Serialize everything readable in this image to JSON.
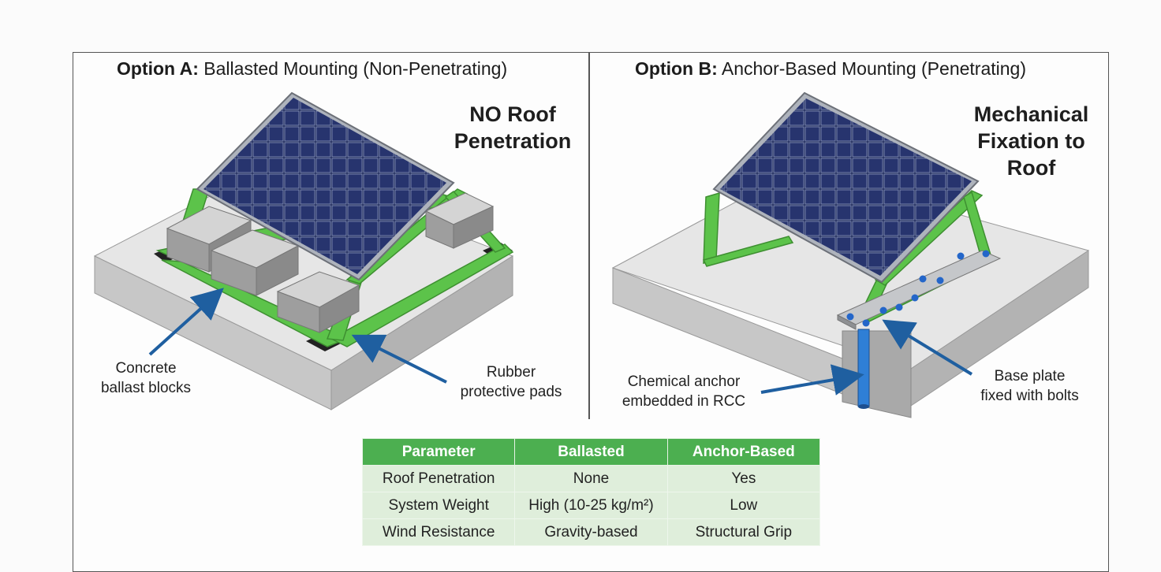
{
  "panel_a": {
    "title_bold": "Option A:",
    "title_rest": "Ballasted Mounting (Non-Penetrating)",
    "headline_line1": "NO Roof",
    "headline_line2": "Penetration",
    "callout_ballast_line1": "Concrete",
    "callout_ballast_line2": "ballast blocks",
    "callout_pads_line1": "Rubber",
    "callout_pads_line2": "protective pads"
  },
  "panel_b": {
    "title_bold": "Option B:",
    "title_rest": "Anchor-Based Mounting (Penetrating)",
    "headline_line1": "Mechanical",
    "headline_line2": "Fixation to",
    "headline_line3": "Roof",
    "callout_anchor_line1": "Chemical anchor",
    "callout_anchor_line2": "embedded in RCC",
    "callout_plate_line1": "Base plate",
    "callout_plate_line2": "fixed with bolts"
  },
  "colors": {
    "frame_green": "#5cc34a",
    "panel_blue": "#1f2a5c",
    "arrow_blue": "#1f5fa0",
    "table_header": "#4caf50",
    "table_cell": "#dfeedb"
  },
  "table": {
    "headers": [
      "Parameter",
      "Ballasted",
      "Anchor-Based"
    ],
    "rows": [
      [
        "Roof Penetration",
        "None",
        "Yes"
      ],
      [
        "System Weight",
        "High (10-25 kg/m²)",
        "Low"
      ],
      [
        "Wind Resistance",
        "Gravity-based",
        "Structural Grip"
      ]
    ]
  }
}
